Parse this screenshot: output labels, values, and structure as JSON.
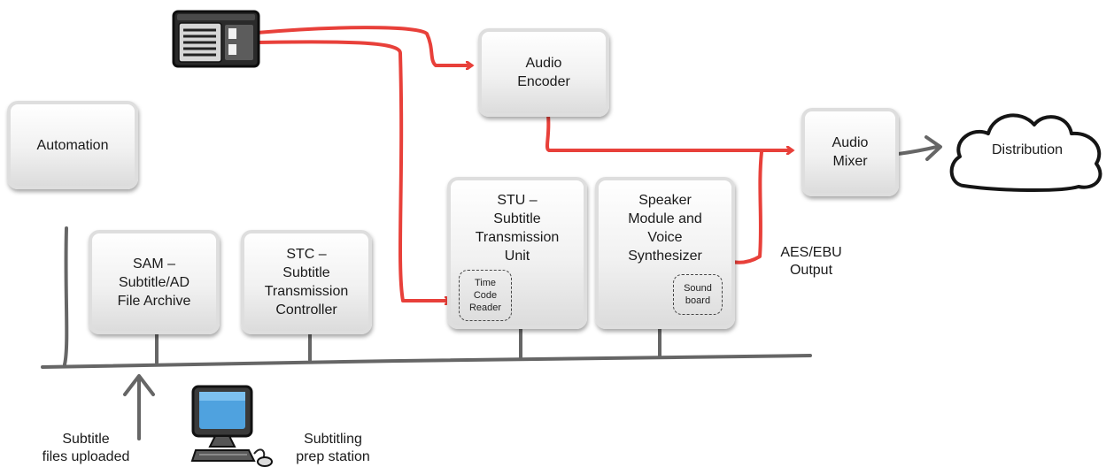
{
  "nodes": {
    "automation": "Automation",
    "audio_encoder": "Audio\nEncoder",
    "audio_mixer": "Audio\nMixer",
    "distribution": "Distribution",
    "stu": "STU –\nSubtitle\nTransmission\nUnit",
    "time_code_reader": "Time\nCode\nReader",
    "speaker_module": "Speaker\nModule and\nVoice\nSynthesizer",
    "sound_board": "Sound\nboard",
    "sam": "SAM –\nSubtitle/AD\nFile Archive",
    "stc": "STC –\nSubtitle\nTransmission\nController"
  },
  "labels": {
    "aes_ebu_output": "AES/EBU\nOutput",
    "subtitle_files_uploaded": "Subtitle\nfiles uploaded",
    "subtitling_prep_station": "Subtitling\nprep station"
  },
  "colors": {
    "audio_signal": "#e8403a",
    "network_bus": "#666666"
  },
  "icons": {
    "audio_source": "tape-deck-icon",
    "workstation": "computer-workstation-icon"
  }
}
